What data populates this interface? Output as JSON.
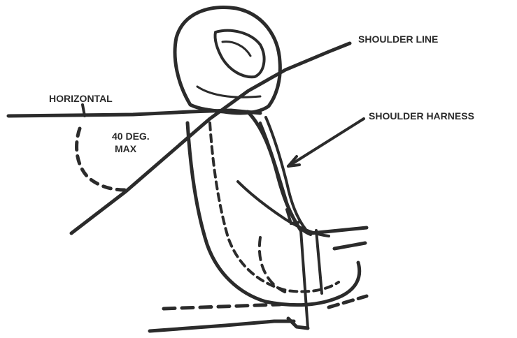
{
  "labels": {
    "horizontal": "HORIZONTAL",
    "angle_line1": "40 DEG.",
    "angle_line2": "MAX",
    "shoulder_line": "SHOULDER LINE",
    "shoulder_harness": "SHOULDER HARNESS"
  },
  "colors": {
    "ink": "#2b2b2b",
    "background": "#ffffff"
  },
  "angle_max_degrees": 40
}
